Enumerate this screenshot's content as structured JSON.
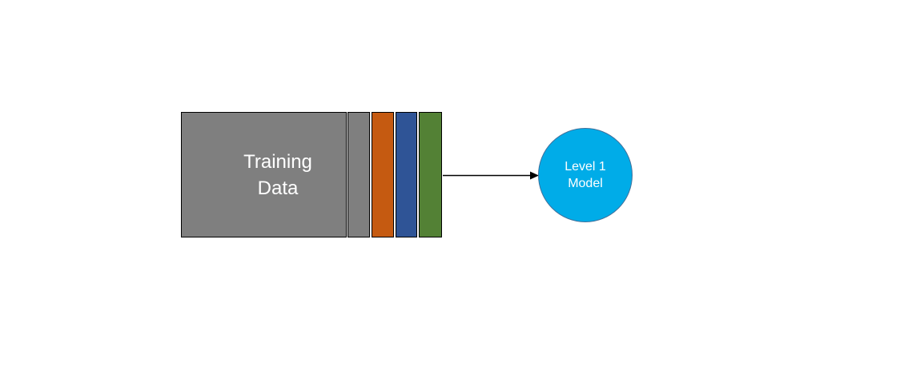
{
  "colors": {
    "background": "#ffffff",
    "outline": "#000000",
    "text_on_shapes": "#ffffff",
    "gray": "#7f7f7f",
    "orange": "#c55a11",
    "blue": "#2f5496",
    "green": "#538135",
    "model_fill": "#00ace8",
    "model_border": "#41719c",
    "arrow": "#000000"
  },
  "diagram": {
    "training_block": {
      "lines": [
        "Training",
        "Data"
      ]
    },
    "feature_stripes": [
      {
        "name": "gray-stripe"
      },
      {
        "name": "orange-stripe"
      },
      {
        "name": "blue-stripe"
      },
      {
        "name": "green-stripe"
      }
    ],
    "model_node": {
      "lines": [
        "Level 1",
        "Model"
      ]
    }
  }
}
